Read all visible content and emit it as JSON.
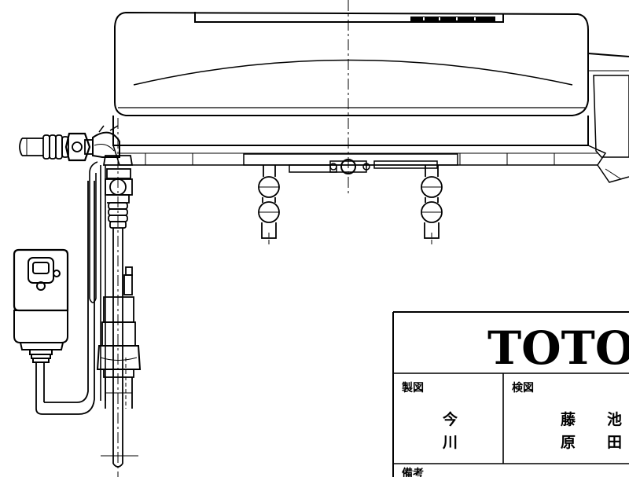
{
  "title_block": {
    "brand": "TOTO",
    "drawn_by_label": "製図",
    "drawn_by_name_1": "今",
    "drawn_by_name_2": "川",
    "checked_by_label": "検図",
    "checker_1_name_1": "藤",
    "checker_1_name_2": "原",
    "checker_2_name_1": "池",
    "checker_2_name_2": "田",
    "remarks_label": "備考"
  },
  "colors": {
    "ink": "#000000",
    "paper": "#ffffff"
  }
}
